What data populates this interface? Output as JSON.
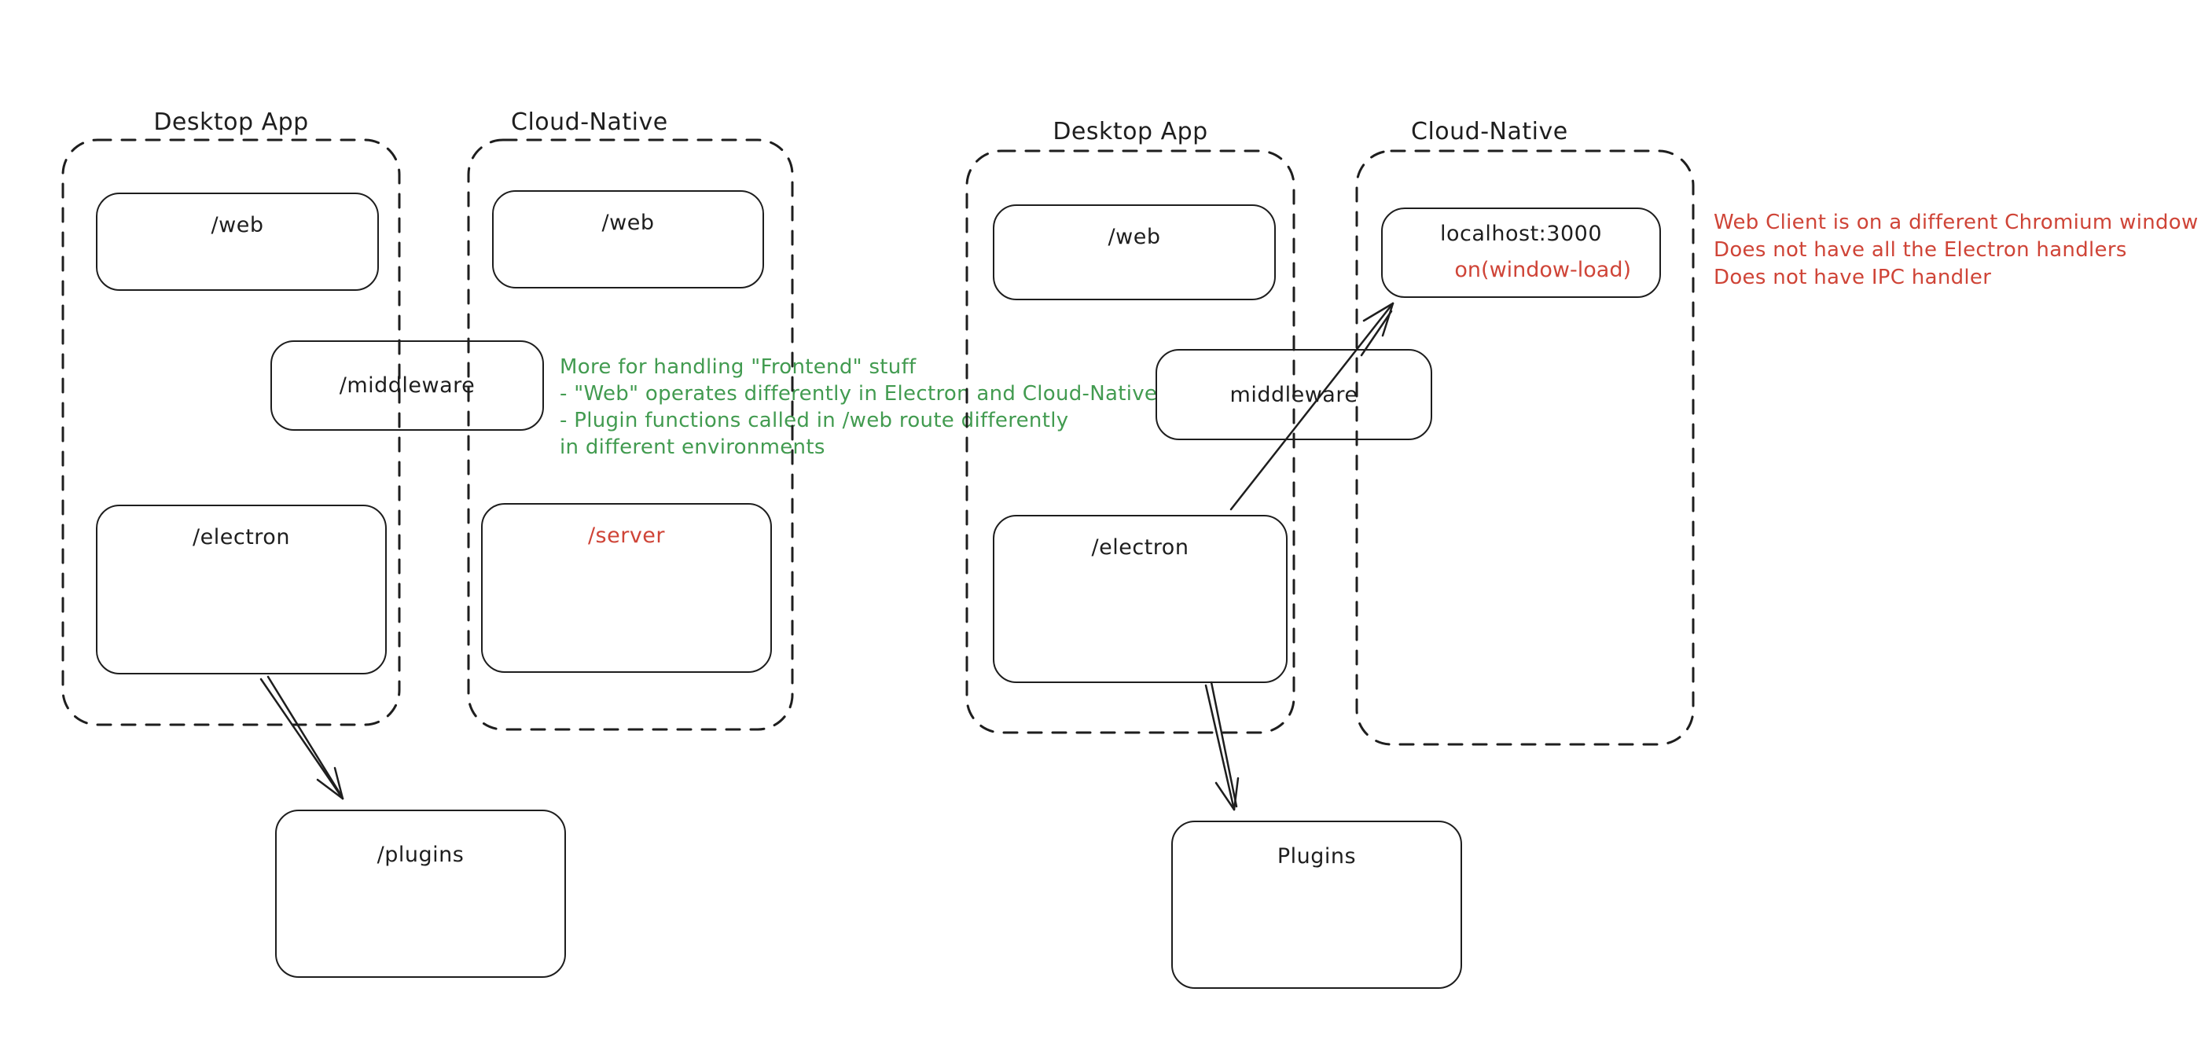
{
  "colors": {
    "bg": "#ffffff",
    "stroke": "#1e1e1e",
    "green": "#429b50",
    "red": "#cf4437"
  },
  "left_diagram": {
    "desktop_label": "Desktop App",
    "cloud_label": "Cloud-Native",
    "boxes": {
      "web_desktop": "/web",
      "web_cloud": "/web",
      "middleware": "/middleware",
      "electron": "/electron",
      "server": "/server",
      "plugins": "/plugins"
    },
    "note": {
      "lines": [
        "More for handling \"Frontend\" stuff",
        "- \"Web\" operates differently in Electron and Cloud-Native",
        "- Plugin functions called in /web route differently",
        "in different environments"
      ]
    }
  },
  "right_diagram": {
    "desktop_label": "Desktop App",
    "cloud_label": "Cloud-Native",
    "boxes": {
      "web": "/web",
      "localhost": "localhost:3000",
      "localhost_event": "on(window-load)",
      "middleware": "middleware",
      "electron": "/electron",
      "plugins": "Plugins"
    },
    "note": {
      "lines": [
        "Web Client is on a different Chromium window",
        "Does not have all the Electron handlers",
        "Does not have IPC handler"
      ]
    }
  }
}
